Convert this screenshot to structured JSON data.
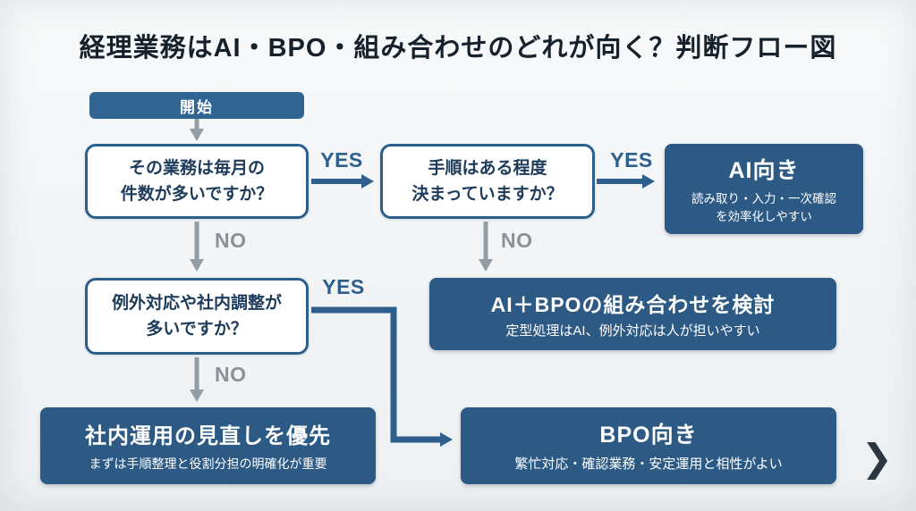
{
  "title": "経理業務はAI・BPO・組み合わせのどれが向く？判断フロー図",
  "labels": {
    "yes": "YES",
    "no": "NO"
  },
  "nodes": {
    "start": {
      "label": "開始"
    },
    "q_volume": {
      "text": "その業務は毎月の\n件数が多いですか？"
    },
    "q_procedure": {
      "text": "手順はある程度\n決まっていますか？"
    },
    "q_exception": {
      "text": "例外対応や社内調整が\n多いですか？"
    },
    "result_ai": {
      "title": "AI向き",
      "subtitle": "読み取り・入力・一次確認\nを効率化しやすい"
    },
    "result_combo": {
      "title": "AI＋BPOの組み合わせを検討",
      "subtitle": "定型処理はAI、例外対応は人が担いやすい"
    },
    "result_internal": {
      "title": "社内運用の見直しを優先",
      "subtitle": "まずは手順整理と役割分担の明確化が重要"
    },
    "result_bpo": {
      "title": "BPO向き",
      "subtitle": "繁忙対応・確認業務・安定運用と相性がよい"
    }
  },
  "icons": {
    "next_chevron": "❯"
  },
  "colors": {
    "result_blue": "#2d5a85",
    "start_blue": "#2f6493",
    "yes_blue": "#2e5f8c",
    "no_gray": "#8a9199",
    "arrow_gray": "#939da4"
  }
}
